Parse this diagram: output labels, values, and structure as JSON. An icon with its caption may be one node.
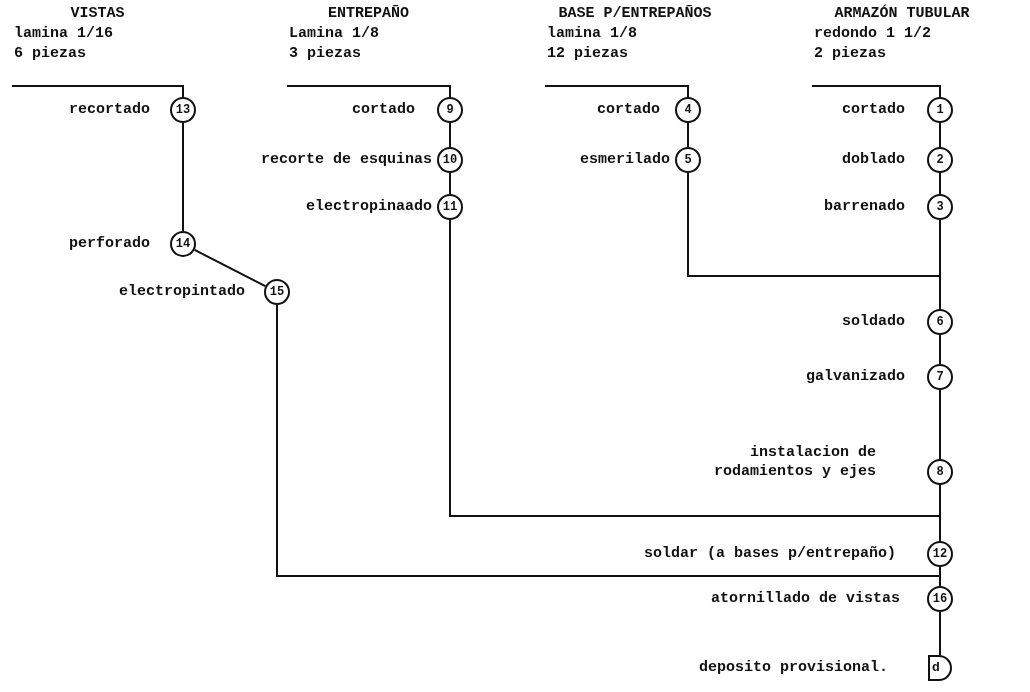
{
  "diagram": {
    "nodes": [
      {
        "text": [
          "VISTAS",
          "lamina 1/16",
          "6 piezas"
        ]
      },
      {
        "text": [
          "ENTREPAÑO",
          "Lamina 1/8",
          "3 piezas"
        ]
      },
      {
        "text": [
          "BASE P/ENTREPAÑOS",
          "lamina 1/8",
          "12 piezas"
        ]
      },
      {
        "text": [
          "ARMAZÓN TUBULAR",
          "redondo 1 1/2",
          "2 piezas"
        ]
      },
      {
        "text": [
          "13"
        ],
        "beside": [
          "recortado"
        ]
      },
      {
        "text": [
          "9"
        ],
        "beside": [
          "cortado"
        ]
      },
      {
        "text": [
          "4"
        ],
        "beside": [
          "cortado"
        ]
      },
      {
        "text": [
          "1"
        ],
        "beside": [
          "cortado"
        ]
      },
      {
        "text": [
          "10"
        ],
        "beside": [
          "recorte de esquinas"
        ]
      },
      {
        "text": [
          "5"
        ],
        "beside": [
          "esmerilado"
        ]
      },
      {
        "text": [
          "2"
        ],
        "beside": [
          "doblado"
        ]
      },
      {
        "text": [
          "11"
        ],
        "beside": [
          "electropinaado"
        ]
      },
      {
        "text": [
          "3"
        ],
        "beside": [
          "barrenado"
        ]
      },
      {
        "text": [
          "14"
        ],
        "beside": [
          "perforado"
        ]
      },
      {
        "text": [
          "6"
        ],
        "beside": [
          "soldado"
        ]
      },
      {
        "text": [
          "15"
        ],
        "beside": [
          "electropintado"
        ]
      },
      {
        "text": [
          "7"
        ],
        "beside": [
          "galvanizado"
        ]
      },
      {
        "text": [
          "8"
        ],
        "beside": [
          "instalacion de rodamientos y ejes"
        ]
      },
      {
        "text": [
          "12"
        ],
        "beside": [
          "soldar (a bases p/entrepaño)"
        ]
      },
      {
        "text": [
          "16"
        ],
        "beside": [
          "atornillado de vistas"
        ]
      },
      {
        "text": [
          "d"
        ],
        "beside": [
          "deposito provisional."
        ]
      }
    ],
    "edges": [
      {
        "from": 0,
        "to": 4,
        "arrow": "none"
      },
      {
        "from": 1,
        "to": 5,
        "arrow": "none"
      },
      {
        "from": 2,
        "to": 6,
        "arrow": "none"
      },
      {
        "from": 3,
        "to": 7,
        "arrow": "none"
      },
      {
        "from": 4,
        "to": 13,
        "arrow": "none"
      },
      {
        "from": 13,
        "to": 15,
        "arrow": "none"
      },
      {
        "from": 5,
        "to": 8,
        "arrow": "none"
      },
      {
        "from": 8,
        "to": 11,
        "arrow": "none"
      },
      {
        "from": 6,
        "to": 9,
        "arrow": "none"
      },
      {
        "from": 7,
        "to": 10,
        "arrow": "none"
      },
      {
        "from": 10,
        "to": 12,
        "arrow": "none"
      },
      {
        "from": 12,
        "to": 14,
        "arrow": "none"
      },
      {
        "from": 9,
        "to": 14,
        "arrow": "none"
      },
      {
        "from": 14,
        "to": 16,
        "arrow": "none"
      },
      {
        "from": 16,
        "to": 17,
        "arrow": "none"
      },
      {
        "from": 17,
        "to": 18,
        "arrow": "none"
      },
      {
        "from": 11,
        "to": 18,
        "arrow": "none"
      },
      {
        "from": 18,
        "to": 19,
        "arrow": "none"
      },
      {
        "from": 15,
        "to": 19,
        "arrow": "none"
      },
      {
        "from": 19,
        "to": 20,
        "arrow": "none"
      }
    ]
  }
}
